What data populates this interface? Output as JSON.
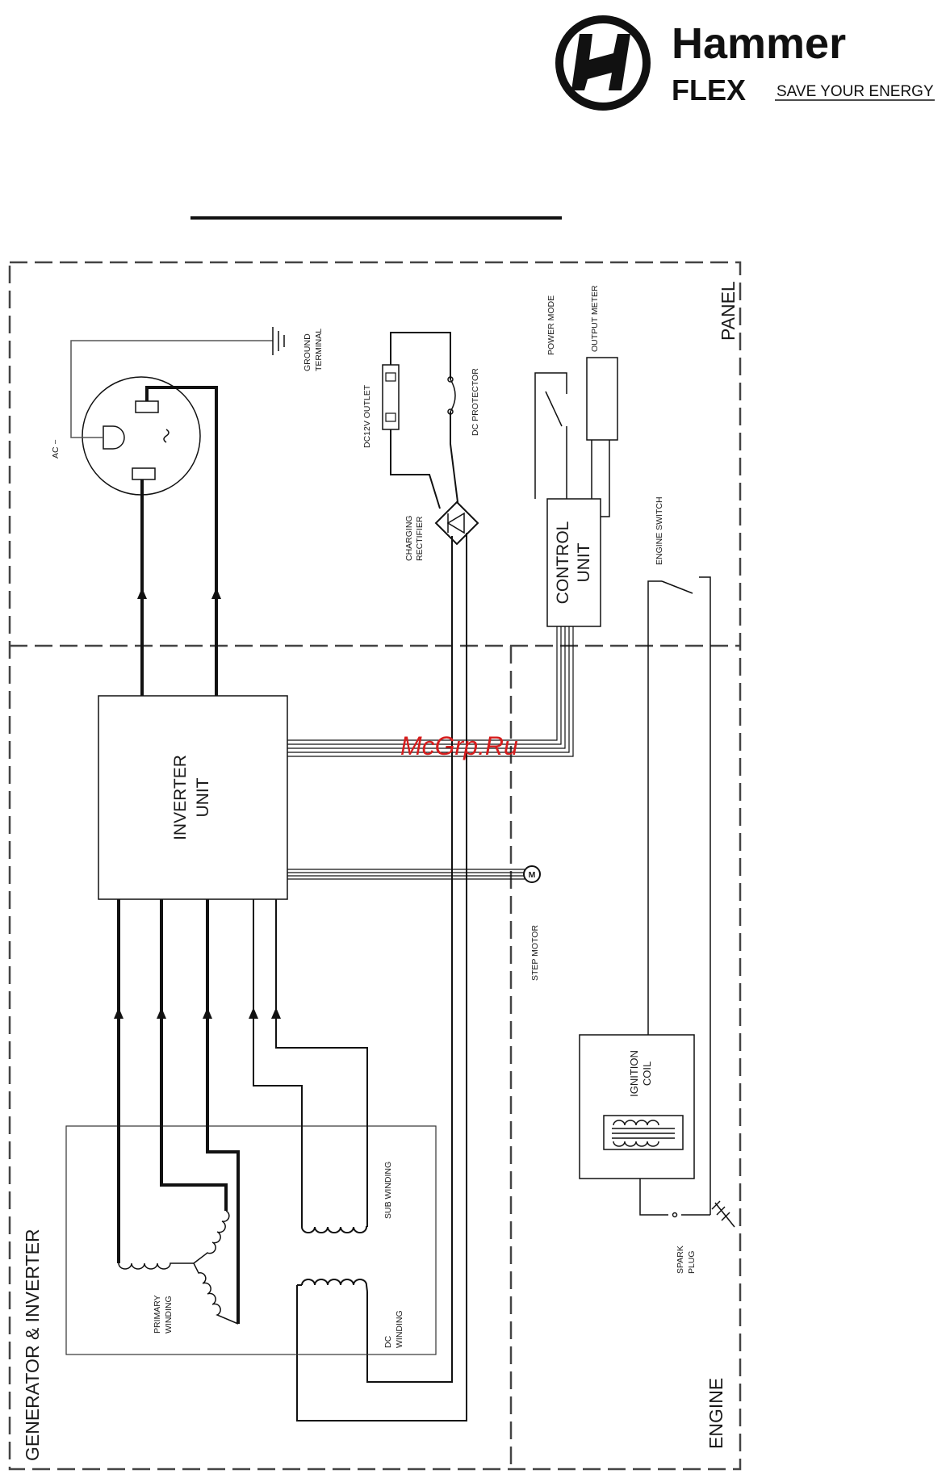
{
  "brand": {
    "name": "Hammer",
    "line": "FLEX",
    "slogan": "SAVE YOUR ENERGY"
  },
  "watermark": "McGrp.Ru",
  "regions": {
    "panel": "PANEL",
    "generator": "GENERATOR & INVERTER",
    "engine": "ENGINE"
  },
  "components": {
    "ac": "AC ~",
    "ground_terminal": [
      "GROUND",
      "TERMINAL"
    ],
    "dc_outlet": "DC12V OUTLET",
    "dc_protector": "DC PROTECTOR",
    "charging_rectifier": [
      "CHARGING",
      "RECTIFIER"
    ],
    "power_mode": "POWER MODE",
    "output_meter": "OUTPUT METER",
    "control_unit": [
      "CONTROL",
      "UNIT"
    ],
    "engine_switch": "ENGINE SWITCH",
    "inverter_unit": [
      "INVERTER",
      "UNIT"
    ],
    "step_motor": "STEP MOTOR",
    "motor_symbol": "M",
    "ignition_coil": [
      "IGNITION",
      "COIL"
    ],
    "spark_plug": [
      "SPARK",
      "PLUG"
    ],
    "sub_winding": "SUB WINDING",
    "dc_winding": [
      "DC",
      "WINDING"
    ],
    "primary_winding": [
      "PRIMARY",
      "WINDING"
    ]
  },
  "colors": {
    "line": "#111111",
    "watermark": "#d61d1d"
  }
}
